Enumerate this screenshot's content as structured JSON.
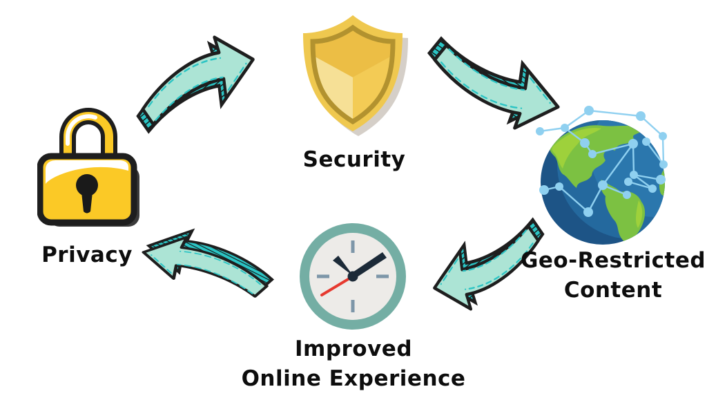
{
  "diagram": {
    "type": "cycle-diagram",
    "nodes": [
      {
        "id": "privacy",
        "icon": "padlock-icon",
        "label_lines": [
          "Privacy"
        ]
      },
      {
        "id": "security",
        "icon": "shield-icon",
        "label_lines": [
          "Security"
        ]
      },
      {
        "id": "geo-restricted-content",
        "icon": "globe-network-icon",
        "label_lines": [
          "Geo-Restricted",
          "Content"
        ]
      },
      {
        "id": "improved-online-experience",
        "icon": "clock-icon",
        "label_lines": [
          "Improved",
          "Online Experience"
        ]
      }
    ],
    "arrows": [
      {
        "id": "privacy-to-security",
        "direction": "up-right"
      },
      {
        "id": "security-to-geo-restricted-content",
        "direction": "down-right"
      },
      {
        "id": "geo-restricted-content-to-improved-online-experience",
        "direction": "down-left"
      },
      {
        "id": "improved-online-experience-to-privacy",
        "direction": "up-left"
      }
    ],
    "colors": {
      "background": "#ffffff",
      "label_color": "#0d0d0d",
      "outline": "#1e1e1e",
      "arrow_fill": "#ace4d5",
      "arrow_accent": "#2bc4c4",
      "lock_yellow": "#fbc926",
      "lock_shadow": "#3b3b3b",
      "shield_gold": "#efc84f",
      "shield_gold_dark": "#b2922f",
      "shield_gold_light": "#f6e096",
      "shield_gold_mid": "#f3cb55",
      "shield_gold_top": "#ecbe45",
      "globe_ocean": "#1d5486",
      "globe_ocean_light": "#24699e",
      "globe_ocean_lighter": "#2b77ad",
      "globe_land": "#7cc142",
      "globe_land_light": "#9ed13b",
      "globe_network": "#8fd0f0",
      "clock_ring": "#74aea4",
      "clock_face": "#edebe8",
      "clock_tick": "#7d96a8",
      "clock_hand": "#1c2a38",
      "clock_second": "#e6392f"
    }
  }
}
